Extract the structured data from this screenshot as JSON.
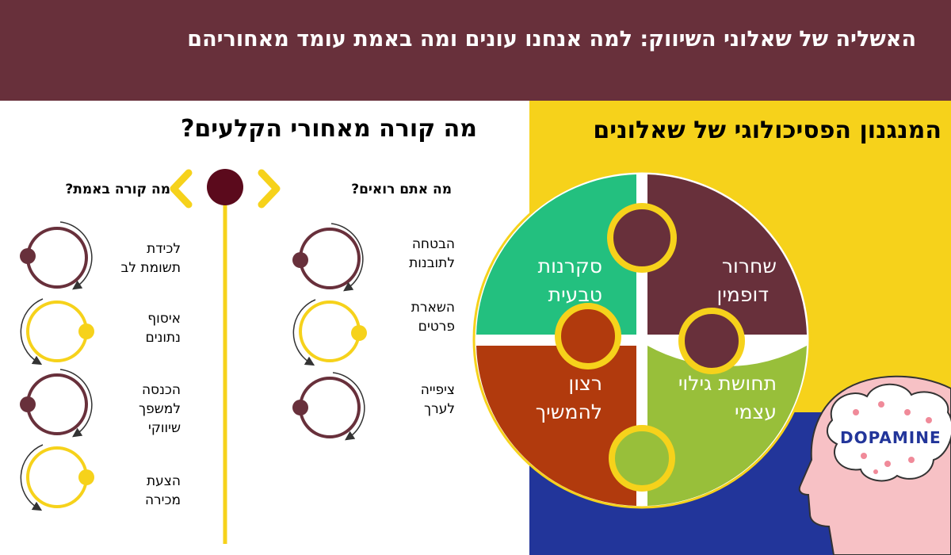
{
  "header": {
    "title": "האשליה של שאלוני השיווק: למה אנחנו עונים ומה באמת עומד מאחוריהם"
  },
  "left_section": {
    "title": "מה קורה מאחורי הקלעים?",
    "seen": {
      "heading": "מה אתם רואים?",
      "items": [
        {
          "line1": "הבטחה",
          "line2": "לתובנות"
        },
        {
          "line1": "השארת",
          "line2": "פרטים"
        },
        {
          "line1": "ציפייה",
          "line2": "לערך"
        }
      ]
    },
    "actual": {
      "heading": "מה קורה באמת?",
      "items": [
        {
          "line1": "לכידת",
          "line2": "תשומת לב",
          "line3": ""
        },
        {
          "line1": "איסוף",
          "line2": "נתונים",
          "line3": ""
        },
        {
          "line1": "הכנסה",
          "line2": "למשפך",
          "line3": "שיווקי"
        },
        {
          "line1": "הצעת",
          "line2": "מכירה",
          "line3": ""
        }
      ]
    }
  },
  "right_section": {
    "title": "המנגנון הפסיכולוגי של שאלונים",
    "pieces": [
      {
        "line1": "שחרור",
        "line2": "דופמין"
      },
      {
        "line1": "סקרנות",
        "line2": "טבעית"
      },
      {
        "line1": "תחושת גילוי",
        "line2": "עצמי"
      },
      {
        "line1": "רצון",
        "line2": "להמשיך"
      }
    ],
    "brain_label": "DOPAMINE"
  },
  "colors": {
    "maroon": "#68303b",
    "yellow": "#f6d21b",
    "navy": "#22359a",
    "green": "#23c07f",
    "lime": "#98bf3a",
    "rust": "#b13a0d",
    "dark_maroon": "#5b0a1c",
    "skin": "#f7c1c5"
  }
}
